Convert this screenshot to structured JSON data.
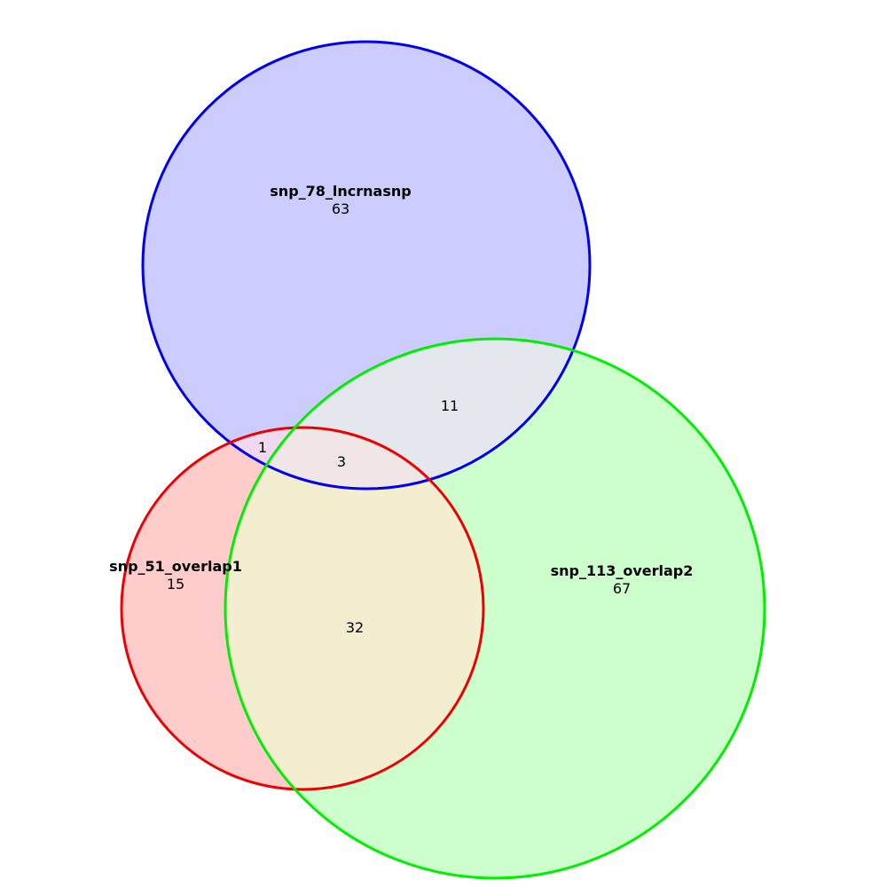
{
  "chart_data": {
    "type": "venn",
    "sets": [
      {
        "id": "A",
        "name": "snp_78_lncrnasnp",
        "fill": "#ccccff",
        "stroke": "#0000ee"
      },
      {
        "id": "B",
        "name": "snp_51_overlap1",
        "fill": "#ffcccc",
        "stroke": "#ee0000"
      },
      {
        "id": "C",
        "name": "snp_113_overlap2",
        "fill": "#ccffcc",
        "stroke": "#00ee00"
      }
    ],
    "regions": {
      "A_only": "63",
      "B_only": "15",
      "C_only": "67",
      "A_B": "1",
      "A_C": "11",
      "B_C": "32",
      "A_B_C": "3"
    }
  }
}
